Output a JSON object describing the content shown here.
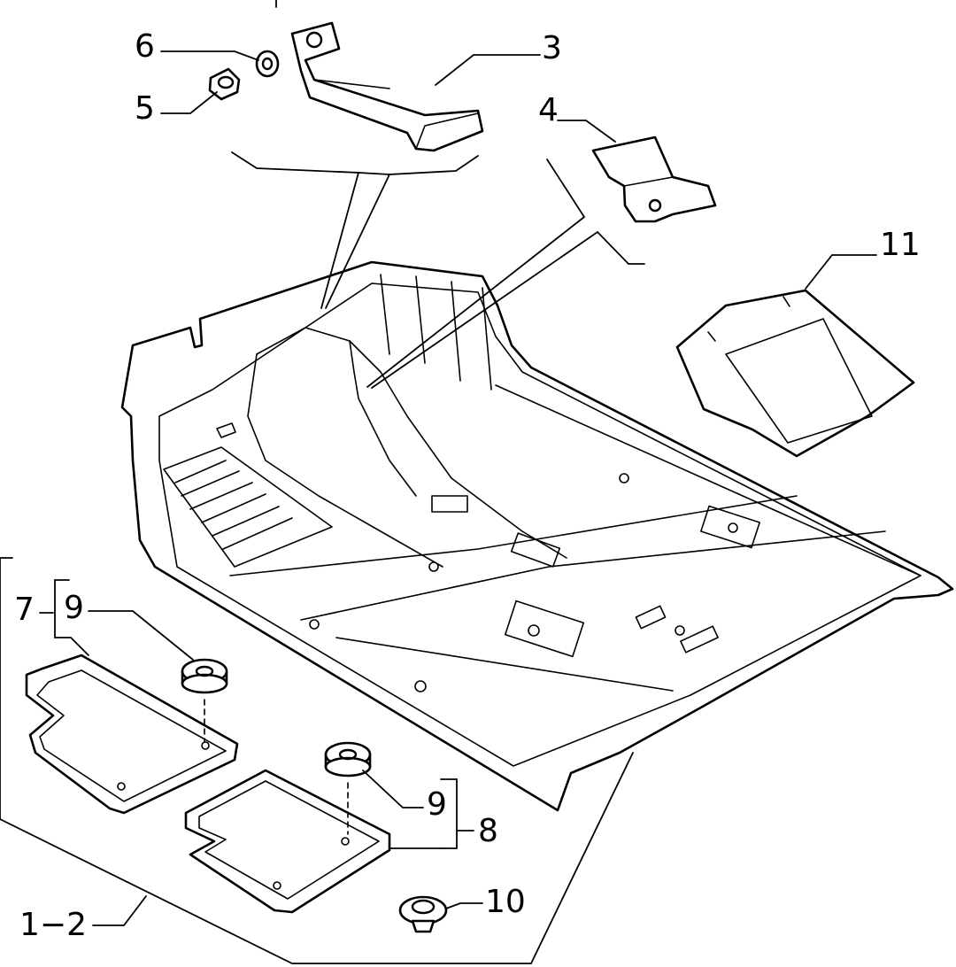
{
  "callouts": {
    "c1_2": "1−2",
    "c3": "3",
    "c4": "4",
    "c5": "5",
    "c6": "6",
    "c7": "7",
    "c8": "8",
    "c9a": "9",
    "c9b": "9",
    "c10": "10",
    "c11": "11"
  }
}
